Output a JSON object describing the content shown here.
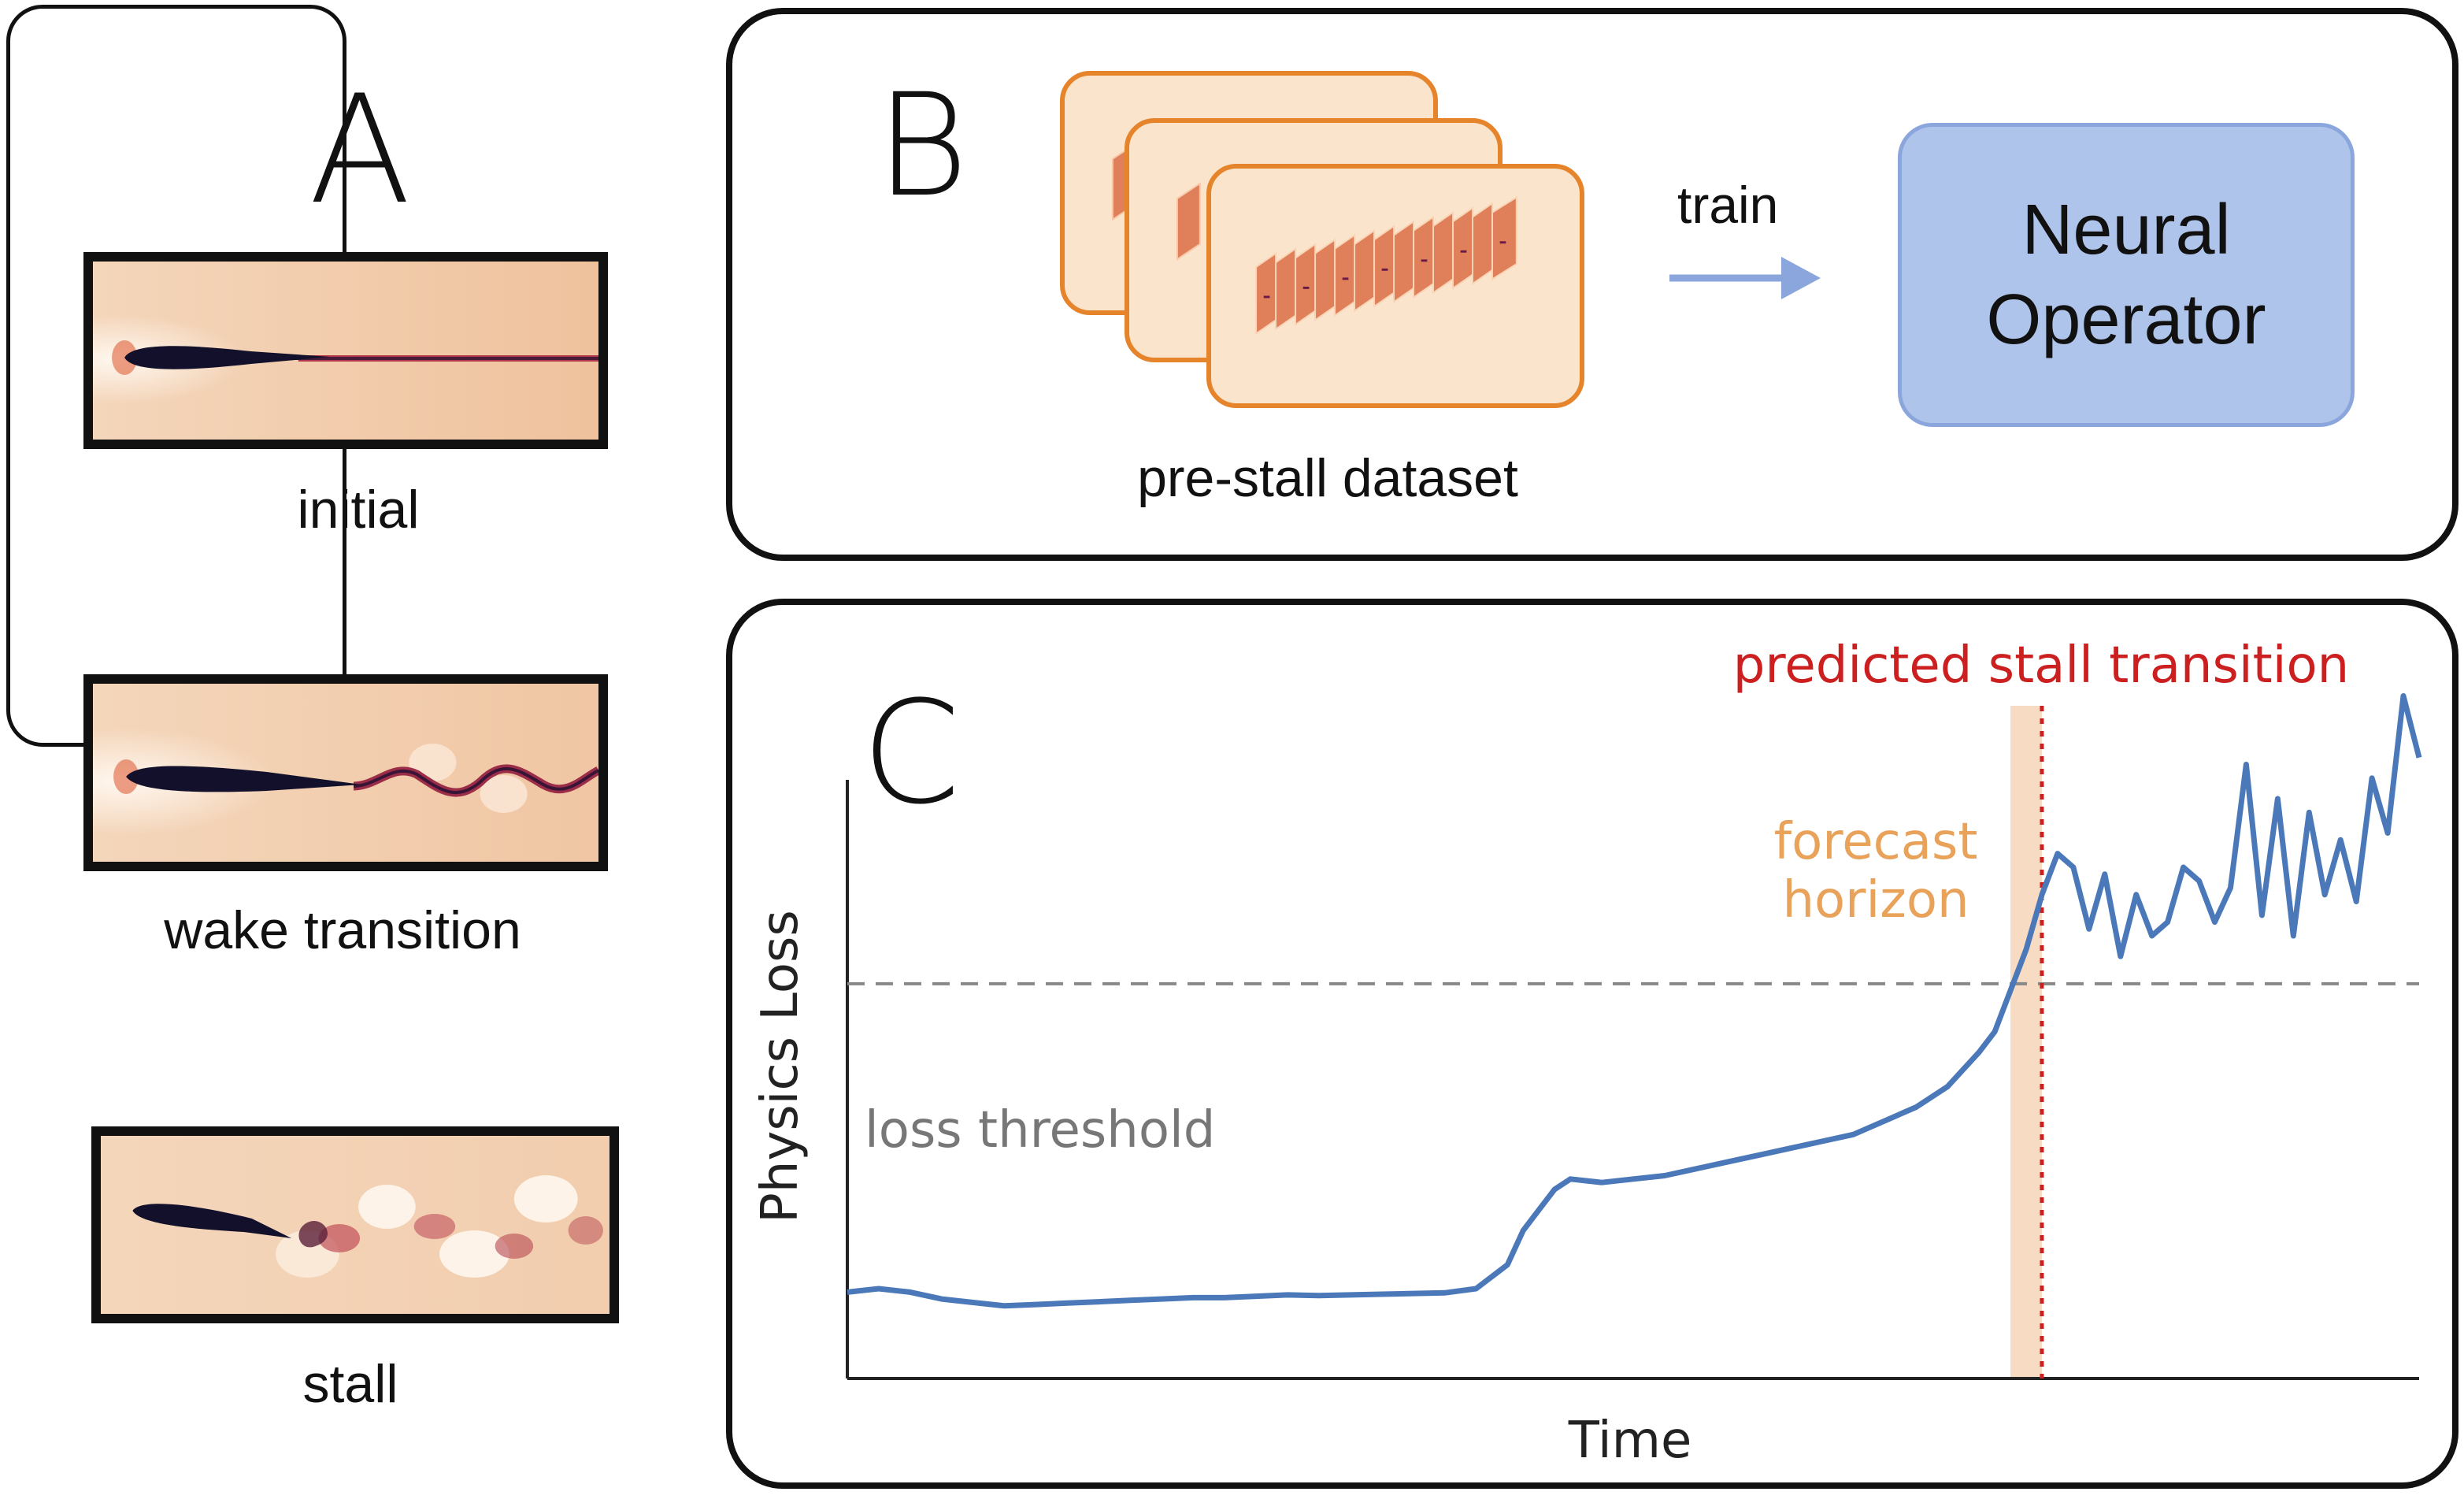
{
  "panel_a": {
    "letter": "A",
    "states": [
      {
        "label": "initial"
      },
      {
        "label": "wake transition"
      },
      {
        "label": "stall"
      }
    ]
  },
  "panel_b": {
    "letter": "B",
    "dataset_label": "pre-stall dataset",
    "arrow_label": "train",
    "operator_line1": "Neural",
    "operator_line2": "Operator"
  },
  "panel_c": {
    "letter": "C",
    "ylabel": "Physics Loss",
    "xlabel": "Time",
    "threshold_label": "loss threshold",
    "forecast_label_line1": "forecast",
    "forecast_label_line2": "horizon",
    "stall_label": "predicted stall transition"
  },
  "colors": {
    "line": "#4a78b8",
    "stall": "#cc1f1f",
    "forecast_band": "#f6d8bd",
    "forecast_text": "#e8a25a",
    "threshold": "#888888",
    "dataset_border": "#e6842c",
    "operator_fill": "#aec4ea"
  },
  "chart_data": {
    "type": "line",
    "xlabel": "Time",
    "ylabel": "Physics Loss",
    "threshold": 0.53,
    "forecast_horizon": [
      0.74,
      0.76
    ],
    "stall_transition_x": 0.76,
    "series": [
      {
        "x": [
          0.0,
          0.02,
          0.04,
          0.06,
          0.08,
          0.1,
          0.12,
          0.14,
          0.16,
          0.18,
          0.2,
          0.22,
          0.24,
          0.26,
          0.28,
          0.3,
          0.32,
          0.34,
          0.36,
          0.38,
          0.4,
          0.42,
          0.43,
          0.44,
          0.45,
          0.46,
          0.48,
          0.5,
          0.52,
          0.54,
          0.56,
          0.58,
          0.6,
          0.62,
          0.64,
          0.66,
          0.68,
          0.7,
          0.72,
          0.73,
          0.74,
          0.75,
          0.76,
          0.77,
          0.78,
          0.79,
          0.8,
          0.81,
          0.82,
          0.83,
          0.84,
          0.85,
          0.86,
          0.87,
          0.88,
          0.89,
          0.9,
          0.91,
          0.92,
          0.93,
          0.94,
          0.95,
          0.96,
          0.97,
          0.98,
          0.99,
          1.0
        ],
        "y": [
          0.08,
          0.085,
          0.08,
          0.07,
          0.065,
          0.06,
          0.062,
          0.064,
          0.066,
          0.068,
          0.07,
          0.072,
          0.072,
          0.074,
          0.076,
          0.075,
          0.076,
          0.077,
          0.078,
          0.079,
          0.085,
          0.12,
          0.17,
          0.2,
          0.23,
          0.245,
          0.24,
          0.245,
          0.25,
          0.26,
          0.27,
          0.28,
          0.29,
          0.3,
          0.31,
          0.33,
          0.35,
          0.38,
          0.43,
          0.46,
          0.52,
          0.58,
          0.66,
          0.72,
          0.7,
          0.61,
          0.69,
          0.57,
          0.66,
          0.6,
          0.62,
          0.7,
          0.68,
          0.62,
          0.67,
          0.85,
          0.63,
          0.8,
          0.6,
          0.78,
          0.66,
          0.74,
          0.65,
          0.83,
          0.75,
          0.95,
          0.86
        ]
      }
    ]
  }
}
